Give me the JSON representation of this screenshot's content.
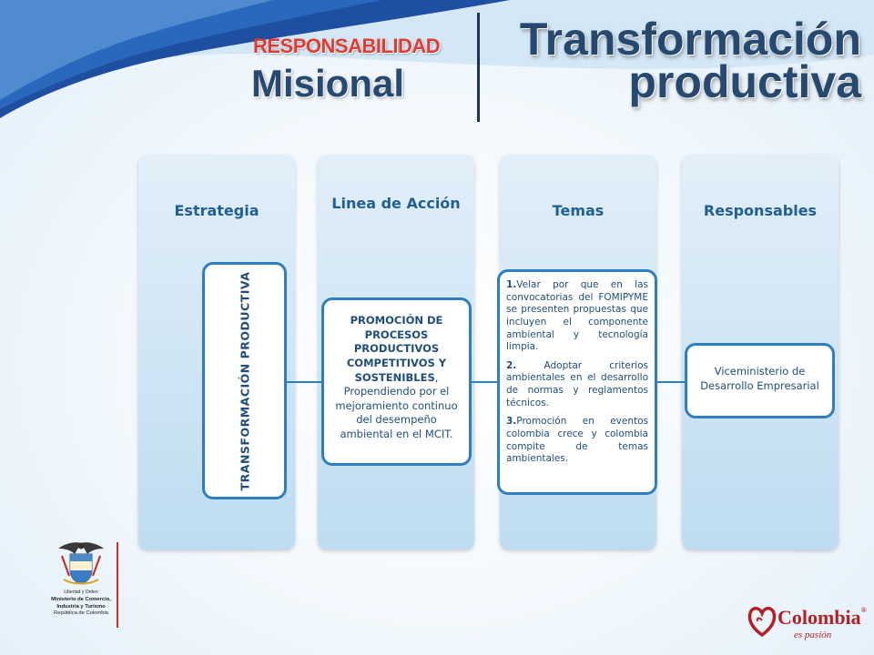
{
  "header": {
    "responsabilidad": "RESPONSABILIDAD",
    "misional": "Misional",
    "title_line1": "Transformación",
    "title_line2": "productiva"
  },
  "columns": [
    {
      "id": "strategy",
      "header": "Estrategia"
    },
    {
      "id": "action",
      "header": "Linea de Acción"
    },
    {
      "id": "topics",
      "header": "Temas"
    },
    {
      "id": "responsible",
      "header": "Responsables"
    }
  ],
  "strategy": {
    "text": "TRANSFORMACIÓN PRODUCTIVA"
  },
  "action": {
    "bold_text": "PROMOCIÓN DE PROCESOS PRODUCTIVOS COMPETITIVOS Y SOSTENIBLES",
    "text": ", Propendiendo por el mejoramiento continuo del desempeño ambiental en el MCIT."
  },
  "topics": [
    {
      "num": "1.",
      "text": "Velar por que en las convocatorias del FOMIPYME se presenten propuestas que incluyen el componente ambiental y tecnología limpia."
    },
    {
      "num": "2.",
      "text": " Adoptar criterios ambientales en el desarrollo de normas y reglamentos técnicos."
    },
    {
      "num": "3.",
      "text": "Promoción en eventos colombia crece y colombia compite de temas ambientales."
    }
  ],
  "responsible": {
    "text": "Viceministerio de Desarrollo Empresarial"
  },
  "footer": {
    "motto": "Libertad y Orden",
    "ministry_line1": "Ministerio de Comercio,",
    "ministry_line2": "Industria y Turismo",
    "ministry_line3": "República de Colombia",
    "brand_name": "Colombia",
    "brand_mark": "®",
    "brand_tagline": "es pasión"
  },
  "colors": {
    "title_navy": "#27486f",
    "accent_red": "#e13b35",
    "box_border": "#2f7fc0",
    "column_fill": "#bedcf1"
  }
}
